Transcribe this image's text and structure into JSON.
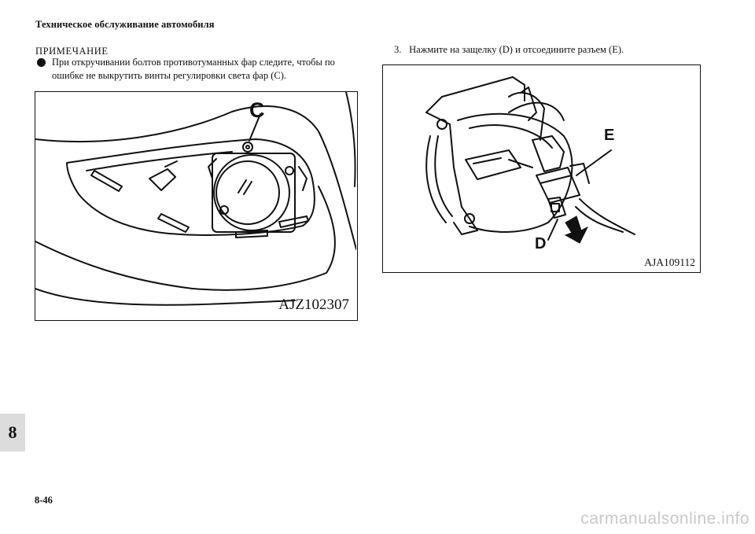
{
  "header": {
    "title": "Техническое обслуживание автомобиля"
  },
  "note": {
    "label": "ПРИМЕЧАНИЕ",
    "text": "При откручивании болтов противотуманных фар следите, чтобы по ошибке не выкрутить винты регулировки света фар (C)."
  },
  "step": {
    "number": "3.",
    "text": "Нажмите на защелку (D) и отсоедините разъем (E)."
  },
  "figure1": {
    "code": "AJZ102307",
    "callout": "C"
  },
  "figure2": {
    "code": "AJA109112",
    "callout_e": "E",
    "callout_d": "D"
  },
  "chapter_tab": "8",
  "page_number": "8-46",
  "watermark": "carmanualsonline.info"
}
